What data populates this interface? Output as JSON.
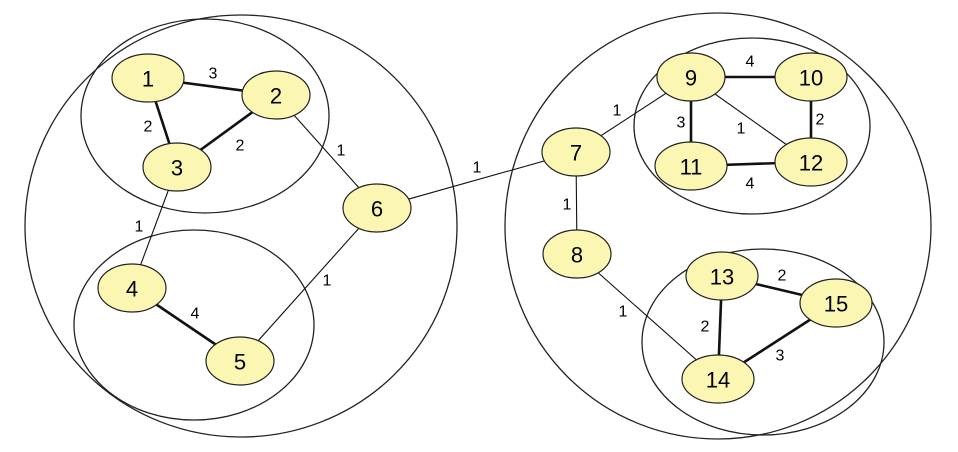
{
  "colors": {
    "node_fill": "#fbf7b2",
    "stroke": "#222222",
    "background": "#ffffff"
  },
  "nodes": [
    {
      "id": "1",
      "label": "1"
    },
    {
      "id": "2",
      "label": "2"
    },
    {
      "id": "3",
      "label": "3"
    },
    {
      "id": "4",
      "label": "4"
    },
    {
      "id": "5",
      "label": "5"
    },
    {
      "id": "6",
      "label": "6"
    },
    {
      "id": "7",
      "label": "7"
    },
    {
      "id": "8",
      "label": "8"
    },
    {
      "id": "9",
      "label": "9"
    },
    {
      "id": "10",
      "label": "10"
    },
    {
      "id": "11",
      "label": "11"
    },
    {
      "id": "12",
      "label": "12"
    },
    {
      "id": "13",
      "label": "13"
    },
    {
      "id": "14",
      "label": "14"
    },
    {
      "id": "15",
      "label": "15"
    }
  ],
  "edges": [
    {
      "from": "1",
      "to": "2",
      "weight": "3",
      "style": "thick"
    },
    {
      "from": "1",
      "to": "3",
      "weight": "2",
      "style": "thick"
    },
    {
      "from": "2",
      "to": "3",
      "weight": "2",
      "style": "thick"
    },
    {
      "from": "2",
      "to": "6",
      "weight": "1",
      "style": "thin"
    },
    {
      "from": "3",
      "to": "4",
      "weight": "1",
      "style": "thin"
    },
    {
      "from": "4",
      "to": "5",
      "weight": "4",
      "style": "thick"
    },
    {
      "from": "5",
      "to": "6",
      "weight": "1",
      "style": "thin"
    },
    {
      "from": "6",
      "to": "7",
      "weight": "1",
      "style": "thin"
    },
    {
      "from": "7",
      "to": "9",
      "weight": "1",
      "style": "thin"
    },
    {
      "from": "7",
      "to": "8",
      "weight": "1",
      "style": "thin"
    },
    {
      "from": "9",
      "to": "10",
      "weight": "4",
      "style": "thick"
    },
    {
      "from": "9",
      "to": "11",
      "weight": "3",
      "style": "thick"
    },
    {
      "from": "9",
      "to": "12",
      "weight": "1",
      "style": "thin"
    },
    {
      "from": "10",
      "to": "12",
      "weight": "2",
      "style": "thick"
    },
    {
      "from": "11",
      "to": "12",
      "weight": "4",
      "style": "thick"
    },
    {
      "from": "8",
      "to": "14",
      "weight": "1",
      "style": "thin"
    },
    {
      "from": "13",
      "to": "14",
      "weight": "2",
      "style": "thick"
    },
    {
      "from": "13",
      "to": "15",
      "weight": "2",
      "style": "thick"
    },
    {
      "from": "14",
      "to": "15",
      "weight": "3",
      "style": "thick"
    }
  ],
  "clusters": [
    {
      "id": "left-outer",
      "members": [
        "1",
        "2",
        "3",
        "4",
        "5",
        "6"
      ]
    },
    {
      "id": "left-top",
      "members": [
        "1",
        "2",
        "3"
      ]
    },
    {
      "id": "left-bottom",
      "members": [
        "4",
        "5"
      ]
    },
    {
      "id": "right-outer",
      "members": [
        "7",
        "8",
        "9",
        "10",
        "11",
        "12",
        "13",
        "14",
        "15"
      ]
    },
    {
      "id": "right-top",
      "members": [
        "9",
        "10",
        "11",
        "12"
      ]
    },
    {
      "id": "right-bottom",
      "members": [
        "13",
        "14",
        "15"
      ]
    }
  ]
}
